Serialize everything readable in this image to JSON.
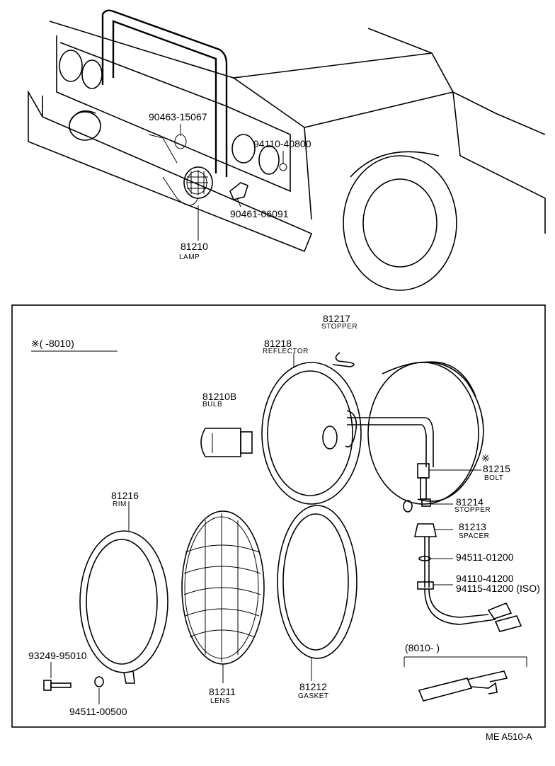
{
  "overview": {
    "callouts": [
      {
        "part_no": "90463-15067"
      },
      {
        "part_no": "94110-40800"
      },
      {
        "part_no": "90461-06091"
      },
      {
        "part_no": "81210",
        "label": "LAMP"
      }
    ]
  },
  "detail": {
    "variant_note": "※(      -8010)",
    "variant_note_lower": "(8010-      )",
    "parts": [
      {
        "part_no": "81217",
        "label": "STOPPER"
      },
      {
        "part_no": "81218",
        "label": "REFLECTOR"
      },
      {
        "part_no": "81210B",
        "label": "BULB"
      },
      {
        "part_no": "81215",
        "label": "BOLT",
        "mark": "※"
      },
      {
        "part_no": "81214",
        "label": "STOPPER"
      },
      {
        "part_no": "81213",
        "label": "SPACER"
      },
      {
        "part_no": "94511-01200"
      },
      {
        "part_no": "94110-41200"
      },
      {
        "part_no": "94115-41200 (ISO)"
      },
      {
        "part_no": "81216",
        "label": "RIM"
      },
      {
        "part_no": "93249-95010"
      },
      {
        "part_no": "94511-00500"
      },
      {
        "part_no": "81211",
        "label": "LENS"
      },
      {
        "part_no": "81212",
        "label": "GASKET"
      }
    ]
  },
  "footer": {
    "reference": "ME  A510-A"
  }
}
